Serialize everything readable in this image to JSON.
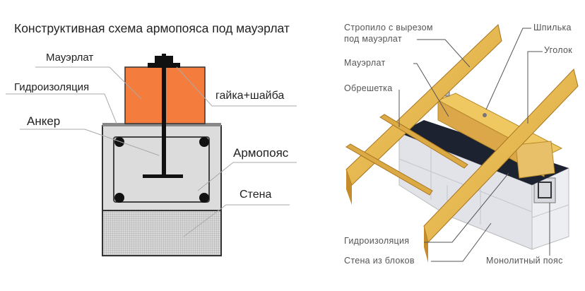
{
  "left_diagram": {
    "title": "Конструктивная схема армопояса под мауэрлат",
    "labels": {
      "mauerlat": "Мауэрлат",
      "waterproofing": "Гидроизоляция",
      "anchor": "Анкер",
      "nut_washer": "гайка+шайба",
      "reinforced_belt": "Армопояс",
      "wall": "Стена"
    },
    "colors": {
      "mauerlat": "#f47c3c",
      "belt": "#dcdcdc",
      "wall": "#c8c8c8"
    }
  },
  "right_diagram": {
    "labels": {
      "rafter_line1": "Стропило с вырезом",
      "rafter_line2": "под мауэрлат",
      "stud": "Шпилька",
      "angle": "Уголок",
      "mauerlat": "Мауэрлат",
      "lathing": "Обрешетка",
      "waterproofing": "Гидроизоляция",
      "block_wall": "Стена из блоков",
      "monolithic_belt": "Монолитный пояс"
    },
    "colors": {
      "wood": "#e8b84a",
      "wood_dark": "#c98f2a",
      "block": "#e4e6ea"
    }
  }
}
